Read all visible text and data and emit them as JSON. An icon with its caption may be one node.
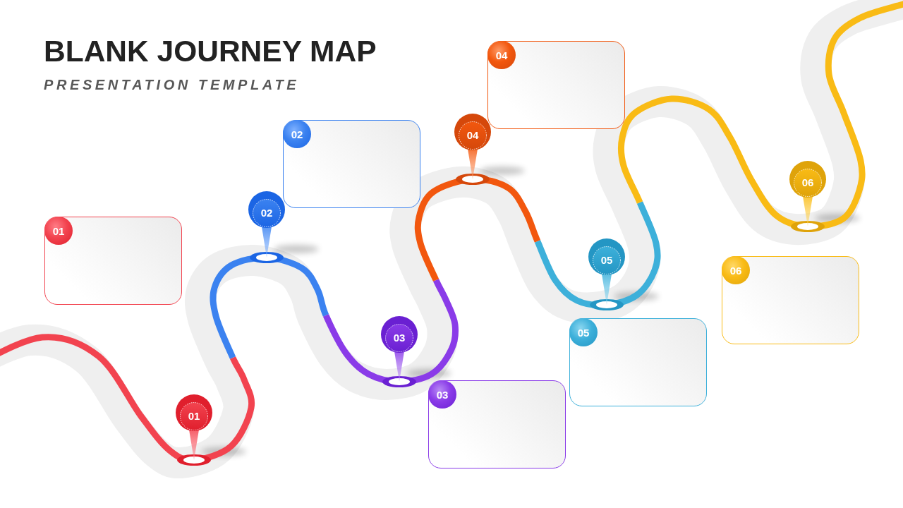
{
  "diagram": {
    "title": "BLANK JOURNEY MAP",
    "nodes": [
      {
        "text": [],
        "shape": "box"
      },
      {
        "text": [
          "01"
        ],
        "in": 0
      },
      {
        "text": [
          "01"
        ]
      },
      {
        "text": [],
        "shape": "box"
      },
      {
        "text": [
          "02"
        ],
        "in": 3
      },
      {
        "text": [
          "02"
        ]
      },
      {
        "text": [],
        "shape": "box"
      },
      {
        "text": [
          "03"
        ],
        "in": 6
      },
      {
        "text": [
          "03"
        ]
      },
      {
        "text": [],
        "shape": "box"
      },
      {
        "text": [
          "04"
        ],
        "in": 9
      },
      {
        "text": [
          "04"
        ]
      },
      {
        "text": [],
        "shape": "box"
      },
      {
        "text": [
          "05"
        ],
        "in": 12
      },
      {
        "text": [
          "05"
        ]
      },
      {
        "text": [],
        "shape": "box"
      },
      {
        "text": [
          "06"
        ],
        "in": 15
      },
      {
        "text": [
          "06"
        ]
      }
    ],
    "labels": [
      "PRESENTATION TEMPLATE"
    ]
  }
}
